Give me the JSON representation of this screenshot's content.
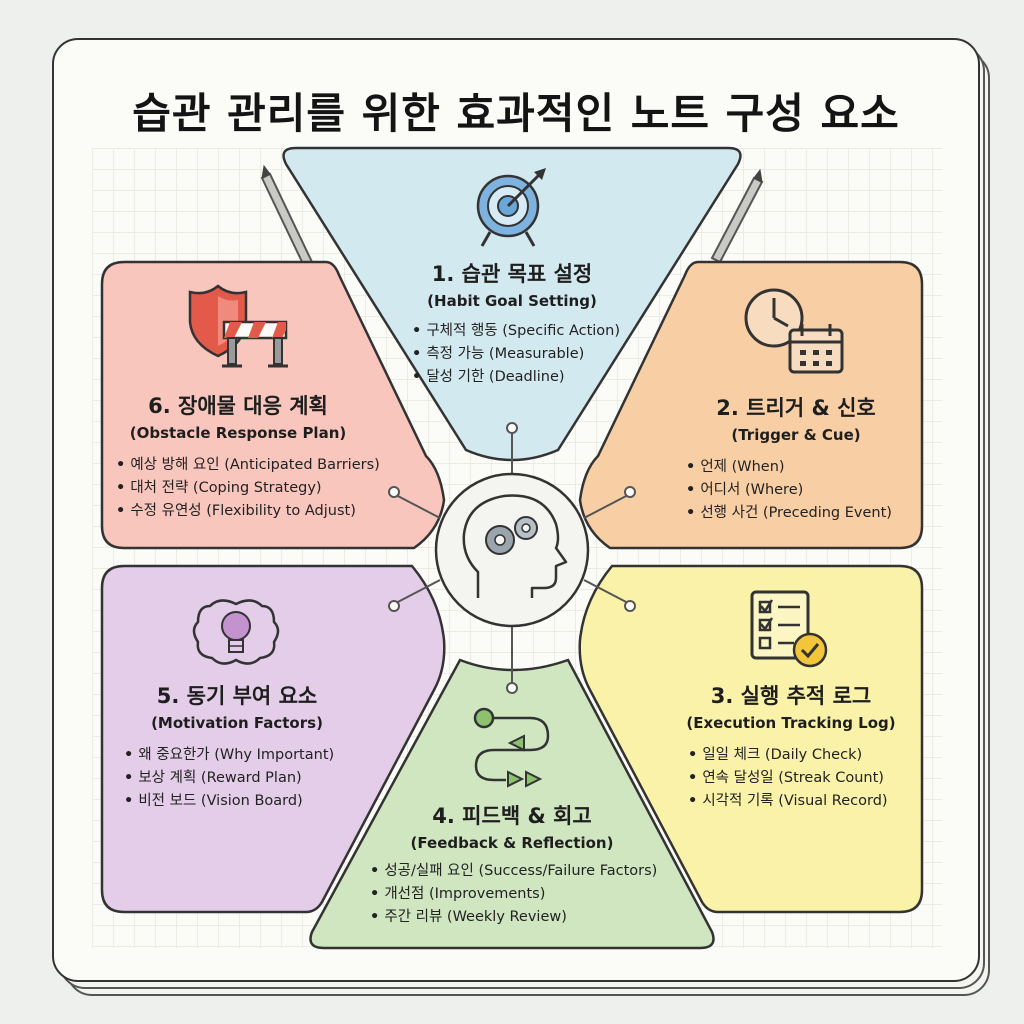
{
  "title": "습관 관리를 위한 효과적인 노트 구성 요소",
  "center_icon": "head-gears-icon",
  "sections": [
    {
      "title": "1. 습관 목표 설정",
      "subtitle": "(Habit Goal Setting)",
      "icon": "target-arrow-icon",
      "color": "#d3e9f0",
      "items": [
        "구체적 행동 (Specific Action)",
        "측정 가능 (Measurable)",
        "달성 기한 (Deadline)"
      ]
    },
    {
      "title": "2. 트리거 & 신호",
      "subtitle": "(Trigger & Cue)",
      "icon": "clock-calendar-icon",
      "color": "#f8cfa5",
      "items": [
        "언제 (When)",
        "어디서 (Where)",
        "선행 사건 (Preceding Event)"
      ]
    },
    {
      "title": "3. 실행 추적 로그",
      "subtitle": "(Execution Tracking Log)",
      "icon": "checklist-icon",
      "color": "#f9f2a8",
      "items": [
        "일일 체크 (Daily Check)",
        "연속 달성일 (Streak Count)",
        "시각적 기록 (Visual Record)"
      ]
    },
    {
      "title": "4. 피드백 & 회고",
      "subtitle": "(Feedback & Reflection)",
      "icon": "feedback-loop-icon",
      "color": "#cfe6c1",
      "items": [
        "성공/실패 요인 (Success/Failure Factors)",
        "개선점 (Improvements)",
        "주간 리뷰 (Weekly Review)"
      ]
    },
    {
      "title": "5. 동기 부여 요소",
      "subtitle": "(Motivation Factors)",
      "icon": "brain-lightbulb-icon",
      "color": "#e4cde8",
      "items": [
        "왜 중요한가 (Why Important)",
        "보상 계획 (Reward Plan)",
        "비전 보드 (Vision Board)"
      ]
    },
    {
      "title": "6. 장애물 대응 계획",
      "subtitle": "(Obstacle Response Plan)",
      "icon": "shield-barrier-icon",
      "color": "#f8c6bd",
      "items": [
        "예상 방해 요인 (Anticipated Barriers)",
        "대처 전략 (Coping Strategy)",
        "수정 유연성 (Flexibility to Adjust)"
      ]
    }
  ]
}
